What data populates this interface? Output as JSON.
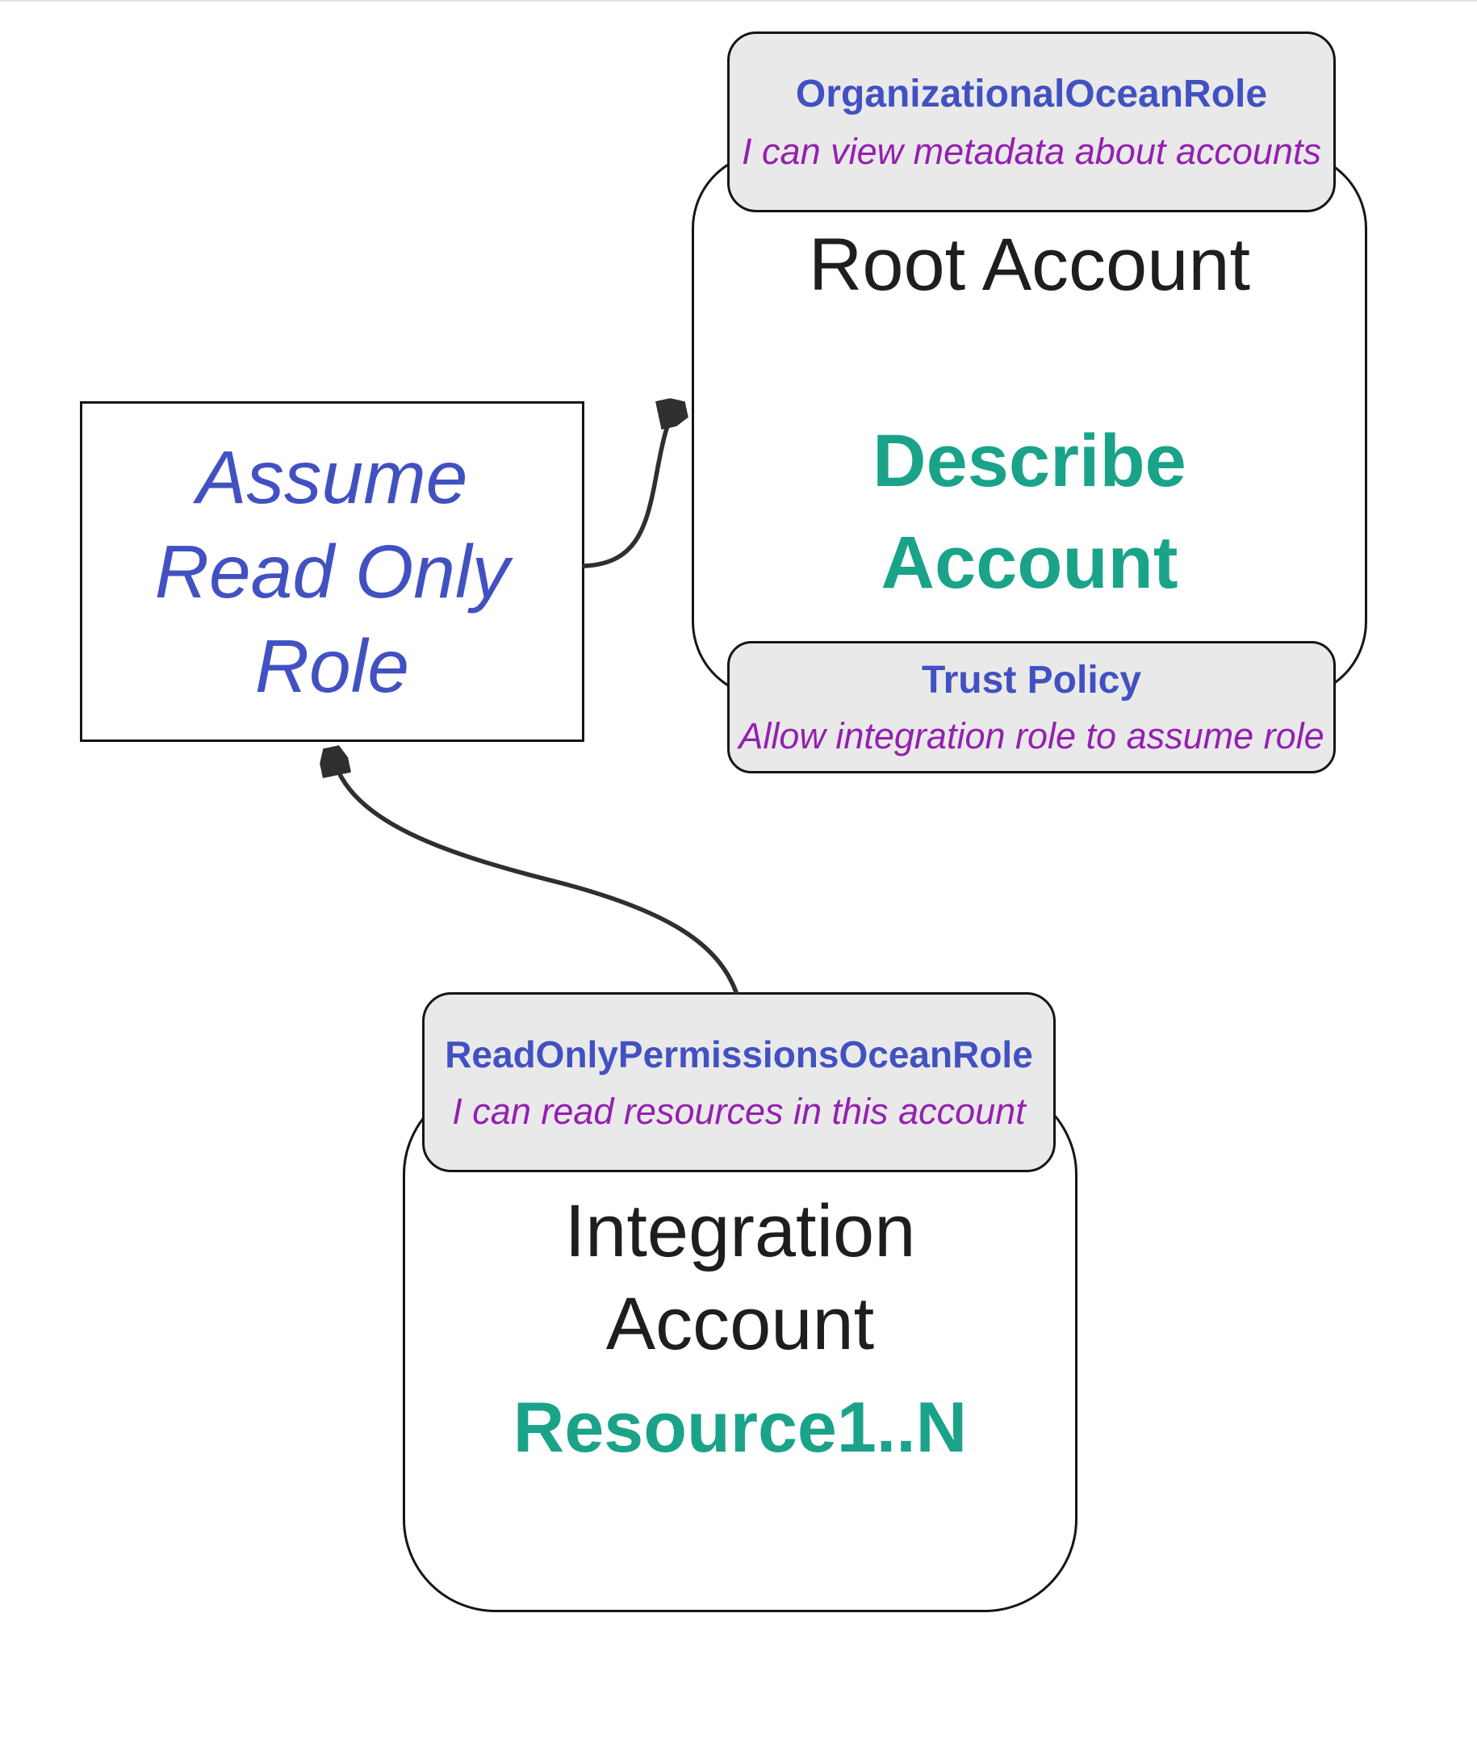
{
  "assume_box": {
    "line1": "Assume",
    "line2": "Read Only",
    "line3": "Role"
  },
  "root_account": {
    "title": "Root Account",
    "action_line1": "Describe",
    "action_line2": "Account"
  },
  "org_badge": {
    "title": "OrganizationalOceanRole",
    "subtitle": "I can view metadata about accounts"
  },
  "trust_badge": {
    "title": "Trust Policy",
    "subtitle": "Allow integration role to assume role"
  },
  "readonly_badge": {
    "title": "ReadOnlyPermissionsOceanRole",
    "subtitle": "I can read resources in this account"
  },
  "integration_account": {
    "title_line1": "Integration",
    "title_line2": "Account",
    "resources": "Resource1..N"
  },
  "colors": {
    "blue": "#4251c1",
    "purple": "#9420b0",
    "teal": "#1aa389",
    "ink": "#1e1e1e",
    "badge-bg": "#e9e9e9",
    "border": "#161616",
    "arrow": "#2f2f2f"
  }
}
